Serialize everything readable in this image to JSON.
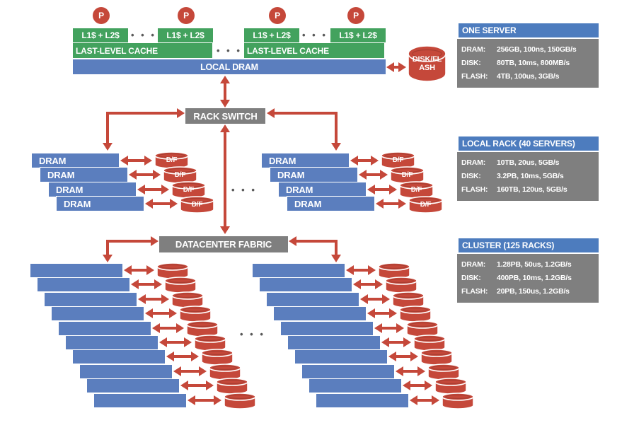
{
  "labels": {
    "processor": "P",
    "l1_l2_cache": "L1$ + L2$",
    "last_level_cache": "LAST-LEVEL CACHE",
    "local_dram": "LOCAL DRAM",
    "disk_flash": "DISK/FL\nASH",
    "rack_switch": "RACK SWITCH",
    "datacenter_fabric": "DATACENTER FABRIC",
    "dram": "DRAM",
    "disk_flash_short": "D/F",
    "ellipsis": "• • •"
  },
  "structure": {
    "processors_shown": 4,
    "l1_l2_boxes_shown": 4,
    "last_level_cache_boxes_shown": 2,
    "rack_stacks_shown": 2,
    "servers_per_rack_stack_shown": 4,
    "cluster_stacks_shown": 2,
    "racks_per_cluster_stack_shown": 10
  },
  "info_boxes": [
    {
      "title": "ONE SERVER",
      "rows": [
        {
          "label": "DRAM:",
          "value": "256GB, 100ns, 150GB/s"
        },
        {
          "label": "DISK:",
          "value": "80TB, 10ms, 800MB/s"
        },
        {
          "label": "FLASH:",
          "value": "4TB, 100us, 3GB/s"
        }
      ]
    },
    {
      "title": "LOCAL RACK (40 SERVERS)",
      "rows": [
        {
          "label": "DRAM:",
          "value": "10TB, 20us, 5GB/s"
        },
        {
          "label": "DISK:",
          "value": "3.2PB, 10ms, 5GB/s"
        },
        {
          "label": "FLASH:",
          "value": "160TB, 120us, 5GB/s"
        }
      ]
    },
    {
      "title": "CLUSTER (125 RACKS)",
      "rows": [
        {
          "label": "DRAM:",
          "value": "1.28PB, 50us, 1.2GB/s"
        },
        {
          "label": "DISK:",
          "value": "400PB, 10ms, 1.2GB/s"
        },
        {
          "label": "FLASH:",
          "value": "20PB, 150us, 1.2GB/s"
        }
      ]
    }
  ],
  "colors": {
    "red": "#C5483A",
    "green": "#43A25E",
    "blue": "#5B7EBE",
    "header_blue": "#4D7CBE",
    "gray": "#7F7F7F",
    "ellipsis_gray": "#595959",
    "background": "#FFFFFF"
  }
}
